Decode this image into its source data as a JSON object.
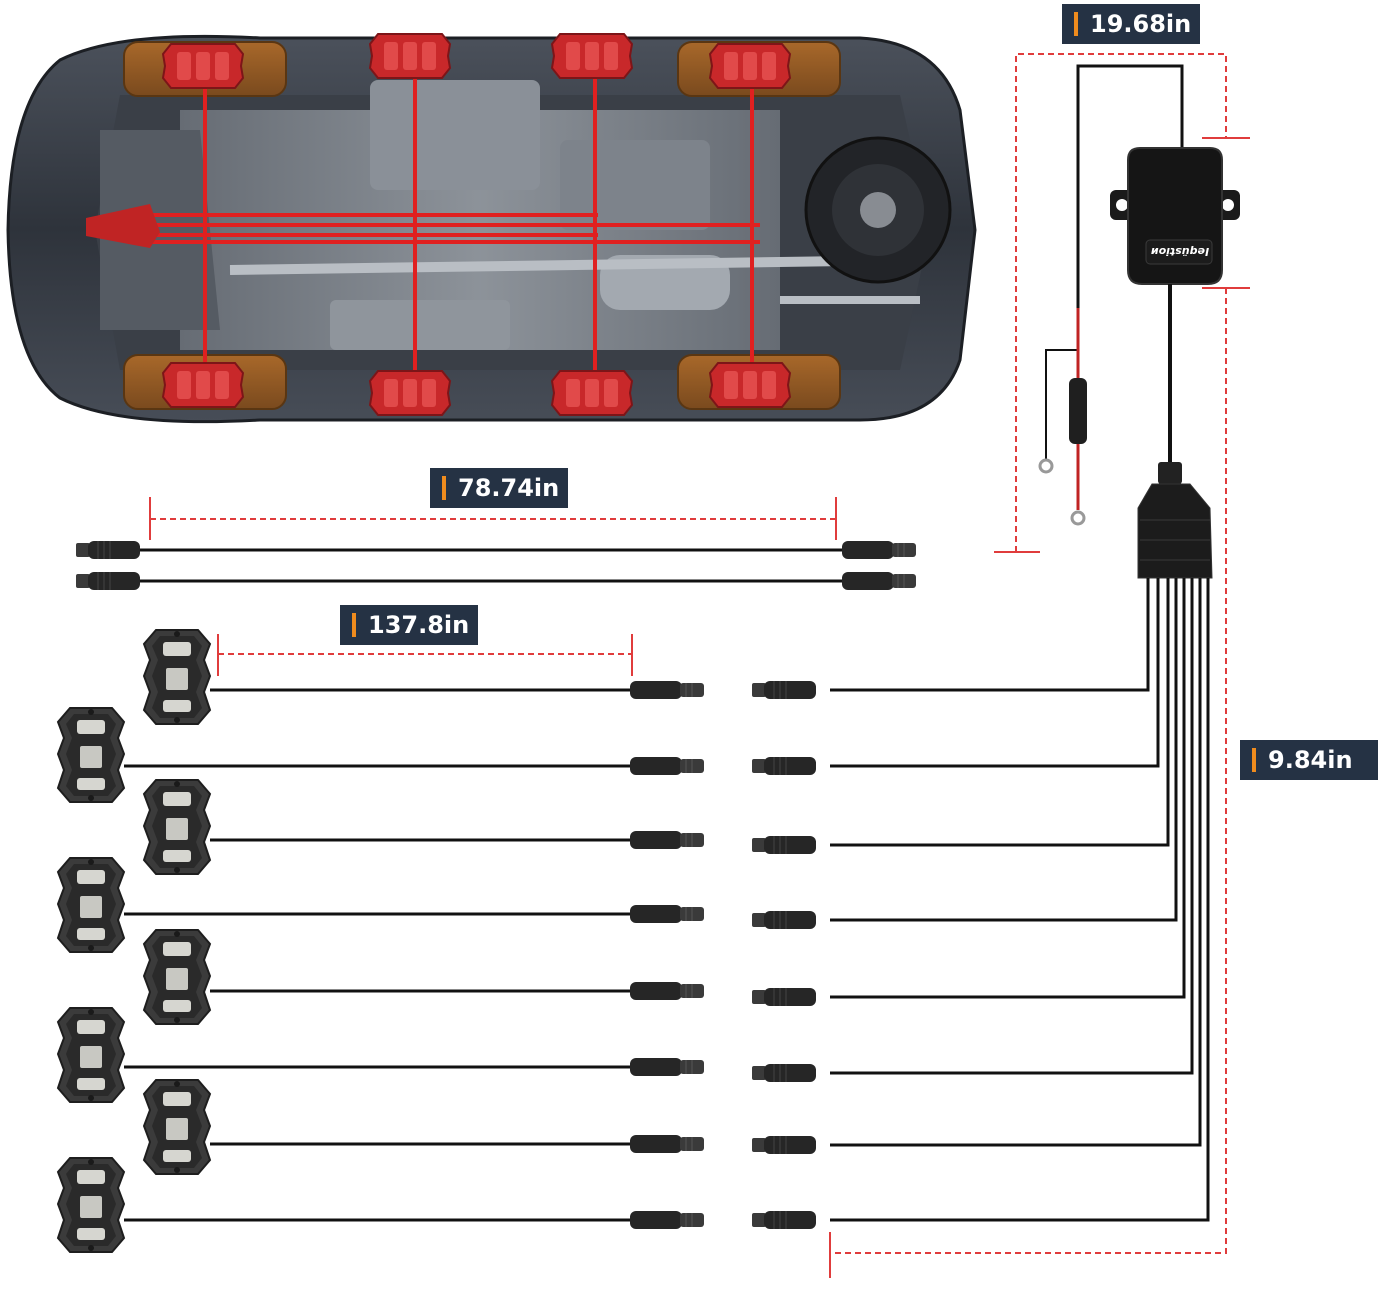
{
  "dimensions": {
    "module_cable": "19.68in",
    "extension_cable": "78.74in",
    "light_cable": "137.8in",
    "splitter_cable": "9.84in"
  },
  "controller": {
    "brand": "Ieqüstioи"
  },
  "colors": {
    "label_bg": "#253244",
    "label_accent": "#f08c1e",
    "dim_line": "#e03c3c",
    "car_wire": "#e02020",
    "pod_red": "#c8282a",
    "pod_grey": "#3b3b3b",
    "connector": "#262626"
  },
  "counts": {
    "pods_on_car": 8,
    "rock_lights": 8,
    "extension_cables": 2
  }
}
